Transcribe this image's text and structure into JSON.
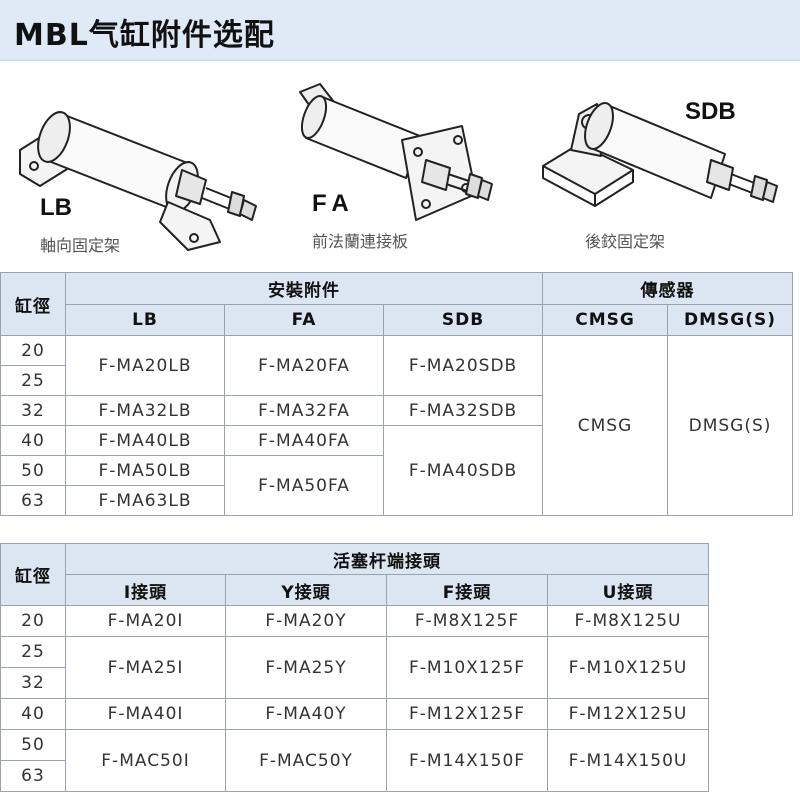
{
  "title": "MBL气缸附件选配",
  "products": [
    {
      "code": "LB",
      "desc": "軸向固定架"
    },
    {
      "code": "FA",
      "desc": "前法蘭連接板"
    },
    {
      "code": "SDB",
      "desc": "後鉸固定架"
    }
  ],
  "mount_table": {
    "bore_header": "缸徑",
    "group1": "安裝附件",
    "group2": "傳感器",
    "cols": [
      "LB",
      "FA",
      "SDB",
      "CMSG",
      "DMSG(S)"
    ],
    "sizes": [
      "20",
      "25",
      "32",
      "40",
      "50",
      "63"
    ],
    "lb": [
      "F-MA20LB",
      "F-MA32LB",
      "F-MA40LB",
      "F-MA50LB",
      "F-MA63LB"
    ],
    "fa": [
      "F-MA20FA",
      "F-MA32FA",
      "F-MA40FA",
      "F-MA50FA"
    ],
    "sdb": [
      "F-MA20SDB",
      "F-MA32SDB",
      "F-MA40SDB"
    ],
    "cmsg": "CMSG",
    "dmsg": "DMSG(S)"
  },
  "rod_table": {
    "bore_header": "缸徑",
    "group": "活塞杆端接頭",
    "cols": [
      "I接頭",
      "Y接頭",
      "F接頭",
      "U接頭"
    ],
    "sizes": [
      "20",
      "25",
      "32",
      "40",
      "50",
      "63"
    ],
    "rows": [
      [
        "F-MA20I",
        "F-MA20Y",
        "F-M8X125F",
        "F-M8X125U"
      ],
      [
        "F-MA25I",
        "F-MA25Y",
        "F-M10X125F",
        "F-M10X125U"
      ],
      [
        "F-MA40I",
        "F-MA40Y",
        "F-M12X125F",
        "F-M12X125U"
      ],
      [
        "F-MAC50I",
        "F-MAC50Y",
        "F-M14X150F",
        "F-M14X150U"
      ]
    ]
  },
  "colors": {
    "header_bg": "#dce6f2",
    "title_bg": "#dfeaf6",
    "border": "#9aa3ad"
  },
  "icons": [
    "lb-mount-cylinder-icon",
    "fa-flange-cylinder-icon",
    "sdb-clevis-cylinder-icon"
  ]
}
